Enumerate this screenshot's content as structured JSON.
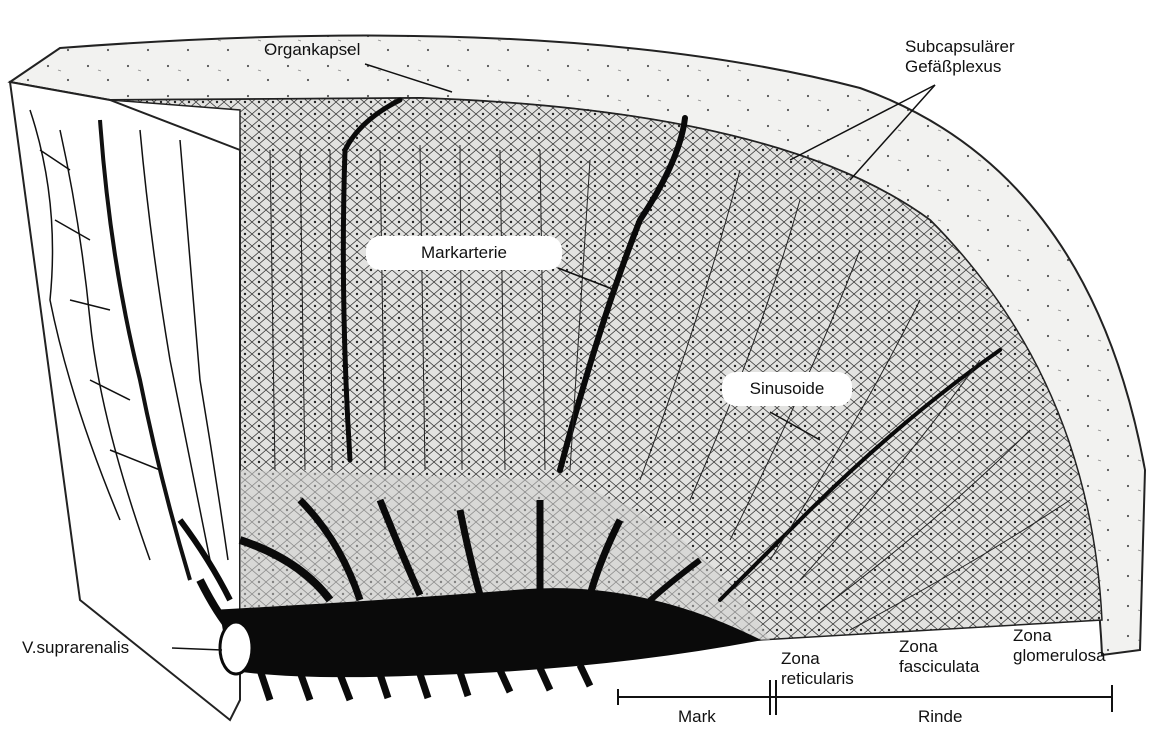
{
  "labels": {
    "organkapsel": "Organkapsel",
    "subcapsular_1": "Subcapsulärer",
    "subcapsular_2": "Gefäßplexus",
    "markarterie": "Markarterie",
    "sinusoide": "Sinusoide",
    "v_suprarenalis": "V.suprarenalis",
    "zona_reticularis_1": "Zona",
    "zona_reticularis_2": "reticularis",
    "zona_fasciculata_1": "Zona",
    "zona_fasciculata_2": "fasciculata",
    "zona_glomerulosa_1": "Zona",
    "zona_glomerulosa_2": "glomerulosa",
    "mark": "Mark",
    "rinde": "Rinde"
  },
  "colors": {
    "ink": "#111111",
    "paper": "#ffffff",
    "capsule": "#f1f1ef",
    "cortex_shade": "#d8d8d6",
    "medulla_vessel": "#0a0a0a"
  }
}
